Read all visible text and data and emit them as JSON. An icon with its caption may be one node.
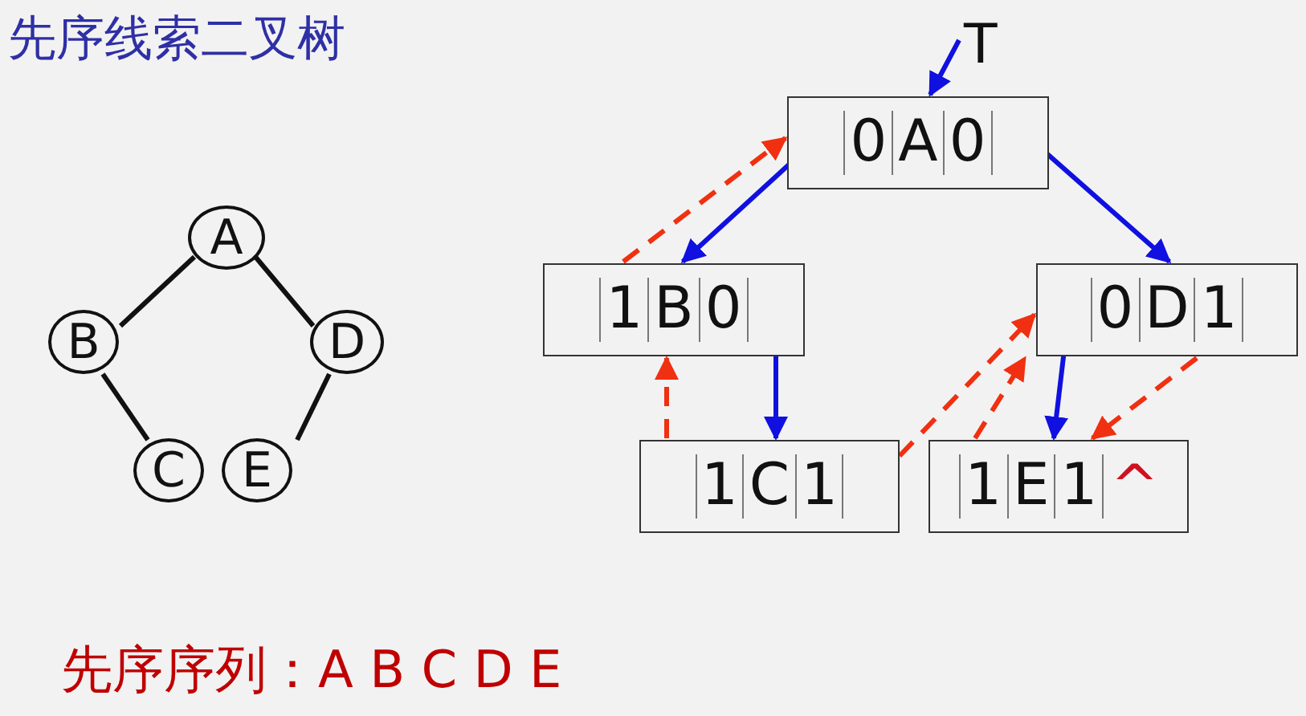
{
  "diagram": {
    "title": "先序线索二叉树",
    "nodes": [
      {
        "text": [
          "A"
        ]
      },
      {
        "text": [
          "B"
        ]
      },
      {
        "text": [
          "D"
        ]
      },
      {
        "text": [
          "C"
        ]
      },
      {
        "text": [
          "E"
        ]
      },
      {
        "text": [
          "T"
        ]
      },
      {
        "text": [
          "0",
          "A",
          "0"
        ]
      },
      {
        "text": [
          "1",
          "B",
          "0"
        ]
      },
      {
        "text": [
          "0",
          "D",
          "1"
        ]
      },
      {
        "text": [
          "1",
          "C",
          "1"
        ]
      },
      {
        "text": [
          "1",
          "E",
          "1",
          "^"
        ]
      }
    ],
    "edges": [
      {
        "from": 0,
        "to": 1,
        "arrow": "none",
        "color": "#111111"
      },
      {
        "from": 0,
        "to": 2,
        "arrow": "none",
        "color": "#111111"
      },
      {
        "from": 1,
        "to": 3,
        "arrow": "none",
        "color": "#111111"
      },
      {
        "from": 2,
        "to": 4,
        "arrow": "none",
        "color": "#111111"
      },
      {
        "from": 5,
        "to": 6,
        "arrow": "to",
        "color": "#1010e0"
      },
      {
        "from": 6,
        "to": 7,
        "arrow": "to",
        "color": "#1010e0"
      },
      {
        "from": 6,
        "to": 8,
        "arrow": "to",
        "color": "#1010e0"
      },
      {
        "from": 7,
        "to": 9,
        "arrow": "to",
        "color": "#1010e0"
      },
      {
        "from": 8,
        "to": 10,
        "arrow": "to",
        "color": "#1010e0"
      },
      {
        "from": 7,
        "to": 6,
        "arrow": "to",
        "style": "dashed",
        "color": "#f03010"
      },
      {
        "from": 9,
        "to": 7,
        "arrow": "to",
        "style": "dashed",
        "color": "#f03010"
      },
      {
        "from": 9,
        "to": 8,
        "arrow": "to",
        "style": "dashed",
        "color": "#f03010"
      },
      {
        "from": 10,
        "to": 8,
        "arrow": "to",
        "style": "dashed",
        "color": "#f03010"
      },
      {
        "from": 8,
        "to": 10,
        "arrow": "to",
        "style": "dashed",
        "color": "#f03010"
      }
    ],
    "labels": [
      "先序序列：A B C D E"
    ]
  }
}
